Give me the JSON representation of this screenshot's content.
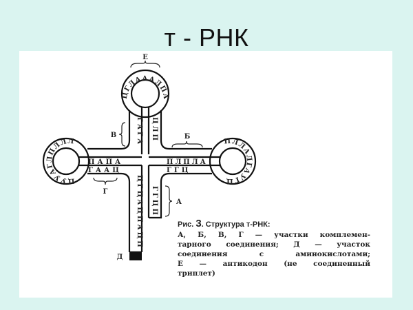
{
  "slide": {
    "title": "т - РНК",
    "background": "#daf4f0"
  },
  "diagram": {
    "labels": {
      "anticodon_region": "Е",
      "region_b": "Б",
      "region_v": "В",
      "region_g": "Г",
      "region_a": "А",
      "acceptor_end": "Д"
    },
    "top_loop": "ЦГЛАААЛПАПЦ",
    "top_stem_left": "ГАГА",
    "top_stem_right": "ЦЛП",
    "left_loop": "ЦУУАГЛПЛЛЛЛП",
    "left_arm_top": "ПАПА",
    "left_arm_bottom": "ГААЦ",
    "right_loop": "ПЛЛАЛГАУГЦГ",
    "right_arm_top": "ПЛПЛА",
    "right_arm_bottom": "ГГЦ",
    "acceptor_stem_left": "ЦГЦАЦПАЦП",
    "acceptor_stem_right": "ГГЦП"
  },
  "caption": {
    "title_prefix": "Рис.",
    "figure_number": "3",
    "title_suffix": ". Структура т-РНК:",
    "lines": [
      "А, Б, В, Г — участки комплемен-",
      "тарного соединения; Д — участок",
      "соединения с аминокислотами;",
      "Е — антикодон (не соединенный",
      "триплет)"
    ]
  }
}
